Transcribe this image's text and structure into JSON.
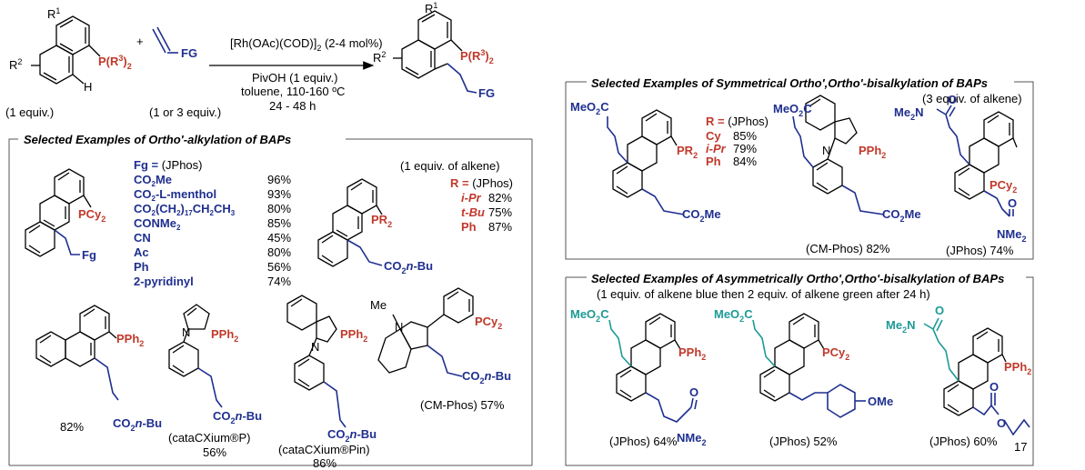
{
  "scheme": {
    "r1": "R",
    "r1_sup": "1",
    "r2": "R",
    "r2_sup": "2",
    "phos_label": "P(R",
    "phos_sup": "3",
    "phos_close": ")",
    "phos_sub": "2",
    "h_label": "H",
    "plus": "+",
    "fg_label": "FG",
    "reactant1_equiv": "(1 equiv.)",
    "reactant2_equiv": "(1 or 3 equiv.)",
    "catalyst": "[Rh(OAc)(COD)]",
    "catalyst_sub": "2",
    "catalyst_loading": " (2-4 mol%)",
    "additive": "PivOH (1 equiv.)",
    "solvent_temp": "toluene, 110-160 ºC",
    "time": "24 - 48 h",
    "product_fg": "FG"
  },
  "panel_ortho": {
    "title": "Selected Examples of Ortho'-alkylation of BAPs",
    "fg_header_a": "Fg = ",
    "fg_header_b": "(JPhos)",
    "fg_list": [
      {
        "label": "CO2Me",
        "yield": "96%"
      },
      {
        "label": "CO2-L-menthol",
        "yield": "93%"
      },
      {
        "label": "CO2(CH2)17CH2CH3",
        "yield": "80%"
      },
      {
        "label": "CONMe2",
        "yield": "85%"
      },
      {
        "label": "CN",
        "yield": "45%"
      },
      {
        "label": "Ac",
        "yield": "80%"
      },
      {
        "label": "Ph",
        "yield": "56%"
      },
      {
        "label": "2-pyridinyl",
        "yield": "74%"
      }
    ],
    "pcy2": "PCy",
    "fg_chain": "Fg",
    "alkene_equiv": "(1 equiv. of alkene)",
    "r_header_a": "R = ",
    "r_header_b": "(JPhos)",
    "r_list": [
      {
        "label": "i-Pr",
        "yield": "82%"
      },
      {
        "label": "t-Bu",
        "yield": "75%"
      },
      {
        "label": "Ph",
        "yield": "87%"
      }
    ],
    "pr2": "PR",
    "co2nbu": "CO2n-Bu",
    "pph2": "PPh",
    "naph_yield": "82%",
    "pyrrole_ligand": "(cataCXium®P)",
    "pyrrole_yield": "56%",
    "indole_ligand": "(cataCXium®Pin)",
    "indole_yield": "86%",
    "nme": "Me",
    "n_atom": "N",
    "cmphos_label": "(CM-Phos) 57%"
  },
  "panel_sym": {
    "title": "Selected Examples of  Symmetrical Ortho',Ortho'-bisalkylation of BAPs",
    "alkene_equiv": "(3 equiv. of alkene)",
    "meo2c": "MeO2C",
    "co2me": "CO2Me",
    "r_header_a": "R = ",
    "r_header_b": "(JPhos)",
    "r_list": [
      {
        "label": "Cy",
        "yield": "85%"
      },
      {
        "label": "i-Pr",
        "yield": "79%"
      },
      {
        "label": "Ph",
        "yield": "84%"
      }
    ],
    "pr2": "PR",
    "pph2": "PPh",
    "n_atom": "N",
    "cmphos": "(CM-Phos) 82%",
    "me2n": "Me2N",
    "o": "O",
    "pcy2": "PCy",
    "nme2": "NMe2",
    "jphos": "(JPhos) 74%"
  },
  "panel_asym": {
    "title": "Selected Examples of  Asymmetrically Ortho',Ortho'-bisalkylation of BAPs",
    "subtitle": "(1 equiv. of alkene blue then 2 equiv. of alkene green after 24 h)",
    "meo2c": "MeO2C",
    "pph2": "PPh",
    "pcy2": "PCy",
    "me2n": "Me2N",
    "o": "O",
    "nme2": "NMe2",
    "ome": "OMe",
    "sub17": "17",
    "y1": "(JPhos) 64%",
    "y2": "(JPhos) 52%",
    "y3": "(JPhos) 60%"
  }
}
